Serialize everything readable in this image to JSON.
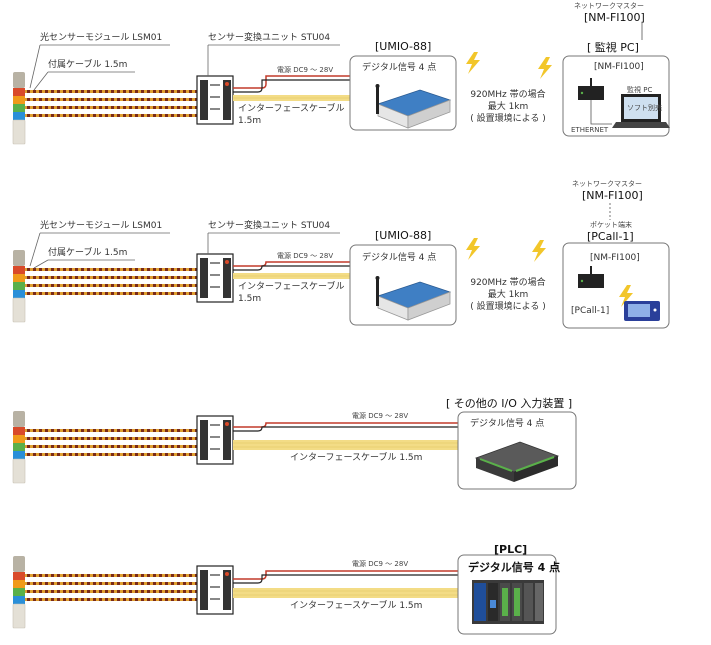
{
  "row1": {
    "sensor_module": "光センサーモジュール LSM01",
    "cable": "付属ケーブル 1.5m",
    "converter_unit": "センサー変換ユニット STU04",
    "power": "電源 DC9 ～ 28V",
    "interface_cable_1": "インターフェースケーブル",
    "interface_cable_2": "1.5m",
    "device_name": "[UMIO-88]",
    "digital_signal": "デジタル信号 4 点",
    "radio_1": "920MHz 帯の場合",
    "radio_2": "最大 1km",
    "radio_3": "( 設置環境による )",
    "network_master": "ネットワークマスター",
    "master_name": "[NM-FI100]",
    "monitor_pc": "[ 監視 PC]",
    "inner_master": "[NM-FI100]",
    "linked_pc": "監視 PC",
    "software": "ソフト別売",
    "ethernet": "ETHERNET"
  },
  "row2": {
    "sensor_module": "光センサーモジュール LSM01",
    "cable": "付属ケーブル 1.5m",
    "converter_unit": "センサー変換ユニット STU04",
    "power": "電源 DC9 ～ 28V",
    "interface_cable_1": "インターフェースケーブル",
    "interface_cable_2": "1.5m",
    "device_name": "[UMIO-88]",
    "digital_signal": "デジタル信号 4 点",
    "radio_1": "920MHz 帯の場合",
    "radio_2": "最大 1km",
    "radio_3": "( 設置環境による )",
    "network_master": "ネットワークマスター",
    "master_name": "[NM-FI100]",
    "pocket_terminal": "ポケット端末",
    "pcall_name": "[PCall-1]",
    "inner_master": "[NM-FI100]",
    "inner_pcall": "[PCall-1]"
  },
  "row3": {
    "power": "電源 DC9 ～ 28V",
    "interface_cable": "インターフェースケーブル 1.5m",
    "other_device": "[ その他の I/O 入力装置 ]",
    "digital_signal": "デジタル信号 4 点"
  },
  "row4": {
    "power": "電源 DC9 ～ 28V",
    "interface_cable": "インターフェースケーブル 1.5m",
    "plc": "[PLC]",
    "digital_signal": "デジタル信号 4 点"
  },
  "colors": {
    "red": "#d94a2a",
    "orange": "#f09a1a",
    "green": "#5ab04a",
    "blue": "#2a8fd8",
    "cable_yellow": "#f3dc86",
    "lightning": "#f2c62a",
    "device_blue": "#3f7fc4"
  }
}
